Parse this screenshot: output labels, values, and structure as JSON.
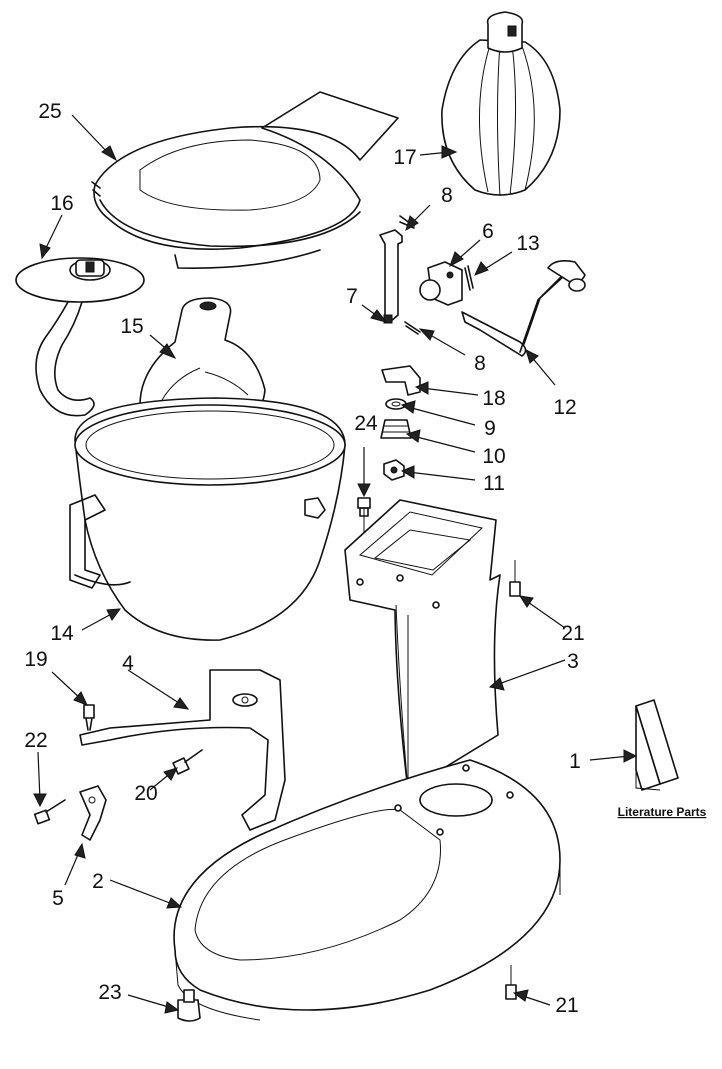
{
  "callouts": [
    {
      "id": "25",
      "label": "25"
    },
    {
      "id": "16",
      "label": "16"
    },
    {
      "id": "15",
      "label": "15"
    },
    {
      "id": "17",
      "label": "17"
    },
    {
      "id": "8a",
      "label": "8"
    },
    {
      "id": "6",
      "label": "6"
    },
    {
      "id": "13",
      "label": "13"
    },
    {
      "id": "7",
      "label": "7"
    },
    {
      "id": "8b",
      "label": "8"
    },
    {
      "id": "12",
      "label": "12"
    },
    {
      "id": "18",
      "label": "18"
    },
    {
      "id": "9",
      "label": "9"
    },
    {
      "id": "10",
      "label": "10"
    },
    {
      "id": "24",
      "label": "24"
    },
    {
      "id": "11",
      "label": "11"
    },
    {
      "id": "21a",
      "label": "21"
    },
    {
      "id": "3",
      "label": "3"
    },
    {
      "id": "14",
      "label": "14"
    },
    {
      "id": "19",
      "label": "19"
    },
    {
      "id": "4",
      "label": "4"
    },
    {
      "id": "22",
      "label": "22"
    },
    {
      "id": "20",
      "label": "20"
    },
    {
      "id": "1",
      "label": "1"
    },
    {
      "id": "5",
      "label": "5"
    },
    {
      "id": "2",
      "label": "2"
    },
    {
      "id": "23",
      "label": "23"
    },
    {
      "id": "21b",
      "label": "21"
    }
  ],
  "literature_label": "Literature Parts"
}
